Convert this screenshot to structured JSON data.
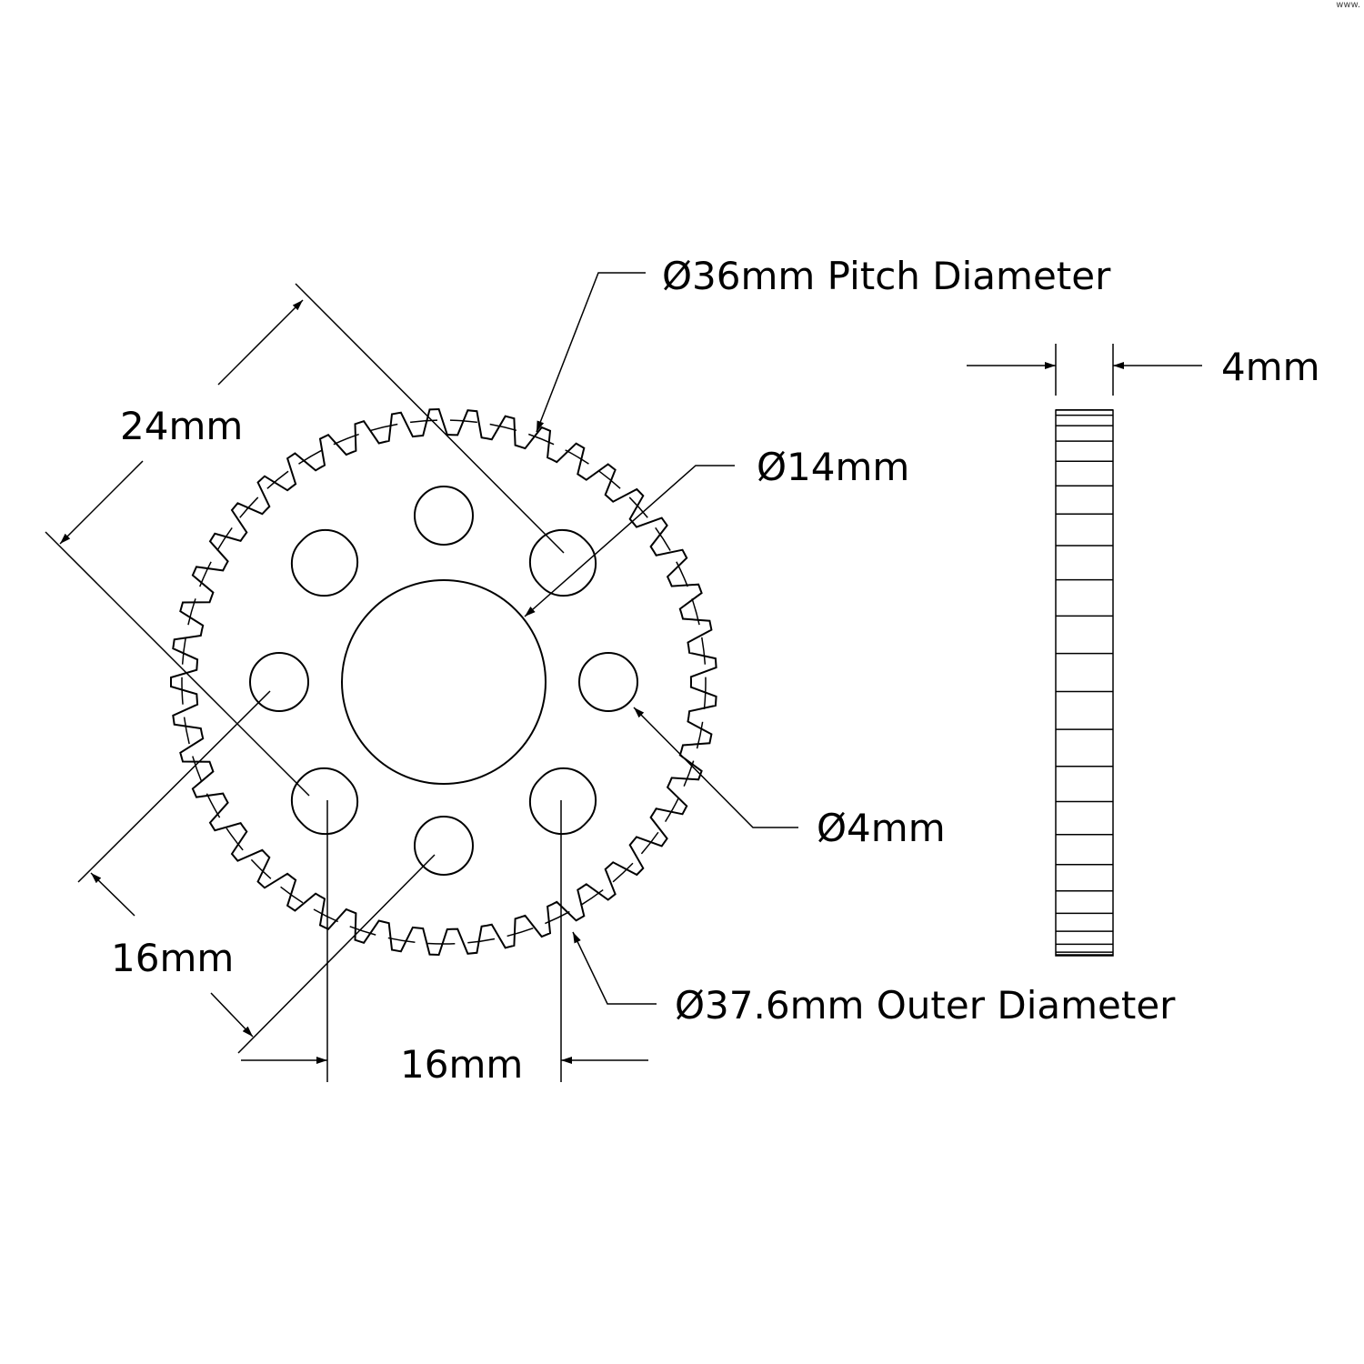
{
  "drawing": {
    "watermark": "www.",
    "labels": {
      "pitch_diameter": "Ø36mm Pitch Diameter",
      "bore": "Ø14mm",
      "hole": "Ø4mm",
      "outer_diameter": "Ø37.6mm Outer Diameter",
      "thickness": "4mm",
      "diag_24": "24mm",
      "diag_16": "16mm",
      "horiz_16": "16mm"
    },
    "gear": {
      "teeth": 45
    }
  }
}
